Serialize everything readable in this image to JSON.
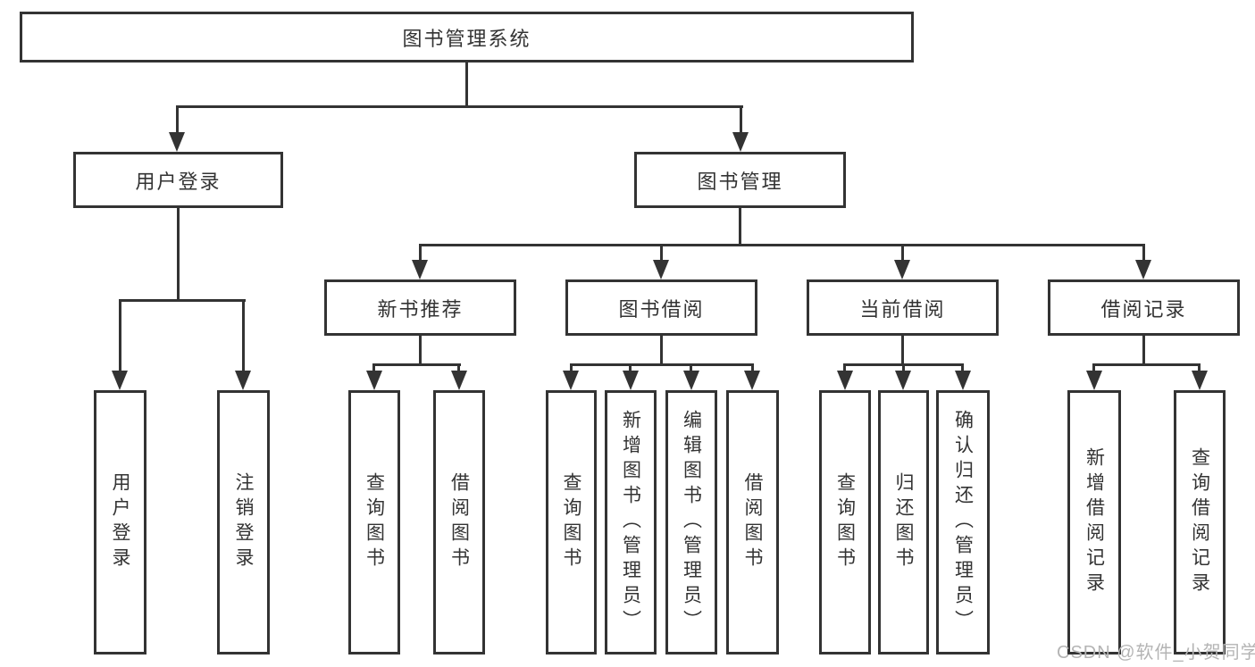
{
  "tree": {
    "root": {
      "label": "图书管理系统",
      "children": [
        {
          "label": "用户登录",
          "children": [
            {
              "label": "用户登录"
            },
            {
              "label": "注销登录"
            }
          ]
        },
        {
          "label": "图书管理",
          "children": [
            {
              "label": "新书推荐",
              "children": [
                {
                  "label": "查询图书"
                },
                {
                  "label": "借阅图书"
                }
              ]
            },
            {
              "label": "图书借阅",
              "children": [
                {
                  "label": "查询图书"
                },
                {
                  "label": "新增图书（管理员）"
                },
                {
                  "label": "编辑图书（管理员）"
                },
                {
                  "label": "借阅图书"
                }
              ]
            },
            {
              "label": "当前借阅",
              "children": [
                {
                  "label": "查询图书"
                },
                {
                  "label": "归还图书"
                },
                {
                  "label": "确认归还（管理员）"
                }
              ]
            },
            {
              "label": "借阅记录",
              "children": [
                {
                  "label": "新增借阅记录"
                },
                {
                  "label": "查询借阅记录"
                }
              ]
            }
          ]
        }
      ]
    }
  },
  "watermark": {
    "text": "CSDN @软件_小贺同学"
  },
  "colors": {
    "line": "#333333",
    "text": "#333333",
    "background": "#ffffff",
    "watermark": "#b4b4b4"
  }
}
